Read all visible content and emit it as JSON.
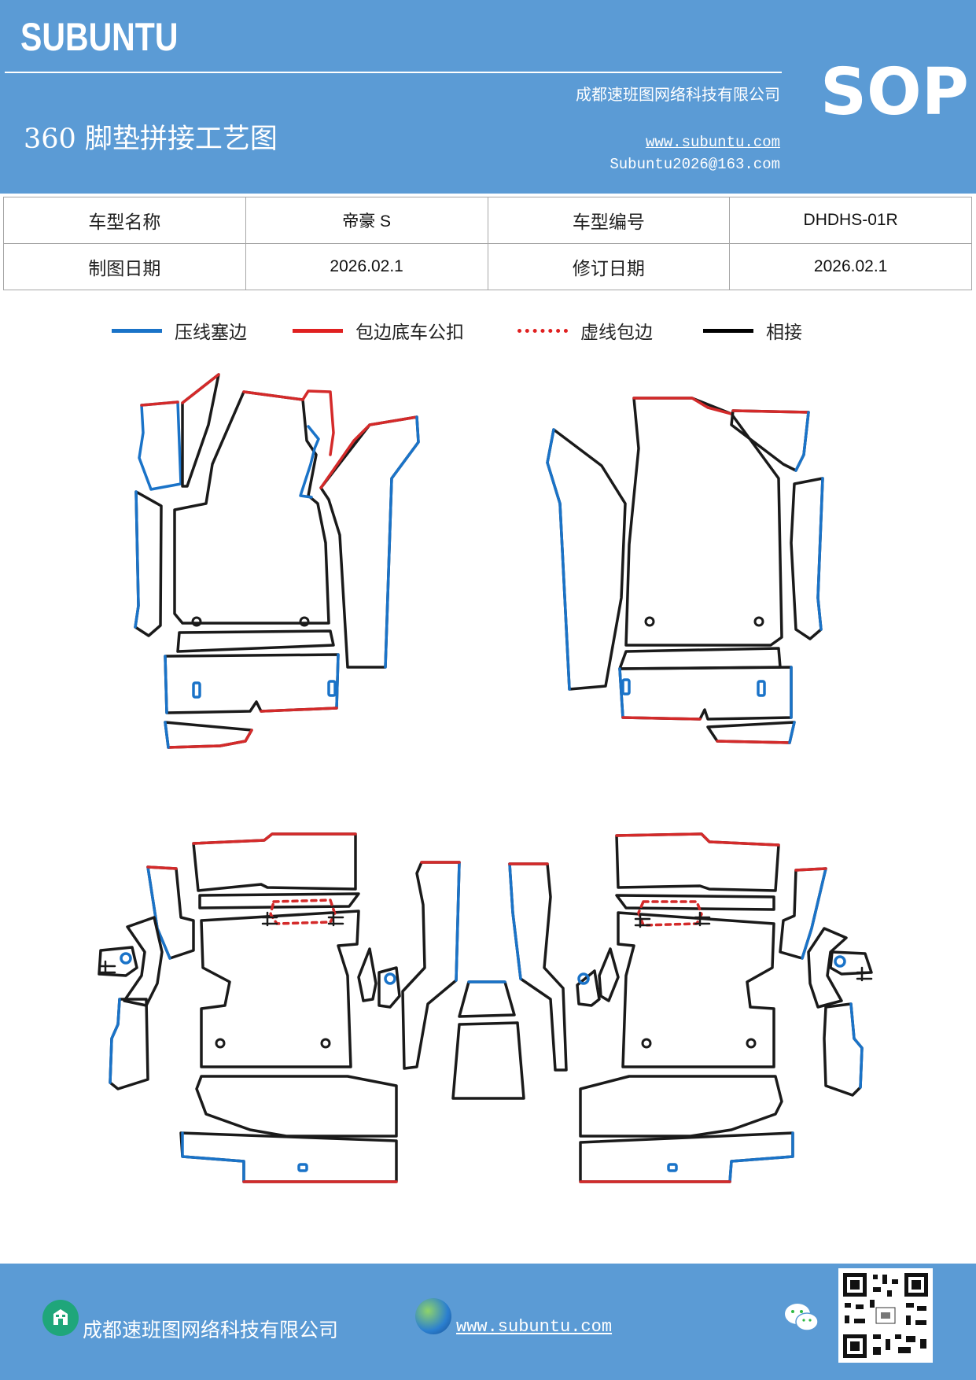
{
  "header": {
    "brand": "SUBUNTU",
    "company": "成都速班图网络科技有限公司",
    "title": "360 脚垫拼接工艺图",
    "website": "www.subuntu.com",
    "email": "Subuntu2026@163.com",
    "badge": "SOP"
  },
  "info_table": {
    "model_name_label": "车型名称",
    "model_name_value": "帝豪 S",
    "model_code_label": "车型编号",
    "model_code_value": "DHDHS-01R",
    "draw_date_label": "制图日期",
    "draw_date_value": "2026.02.1",
    "revise_date_label": "修订日期",
    "revise_date_value": "2026.02.1"
  },
  "legend": [
    {
      "label": "压线塞边",
      "color": "#1a73c8",
      "style": "solid"
    },
    {
      "label": "包边底车公扣",
      "color": "#e02020",
      "style": "solid"
    },
    {
      "label": "虚线包边",
      "color": "#e02020",
      "style": "dotted"
    },
    {
      "label": "相接",
      "color": "#000000",
      "style": "solid"
    }
  ],
  "colors": {
    "header_bg": "#5b9bd5",
    "blue_edge": "#1a73c8",
    "red_edge": "#d42a2a",
    "black_edge": "#1a1a1a"
  },
  "footer": {
    "company": "成都速班图网络科技有限公司",
    "website": "www.subuntu.com",
    "icons": [
      "building-icon",
      "globe-icon",
      "wechat-icon",
      "qr-code"
    ]
  }
}
